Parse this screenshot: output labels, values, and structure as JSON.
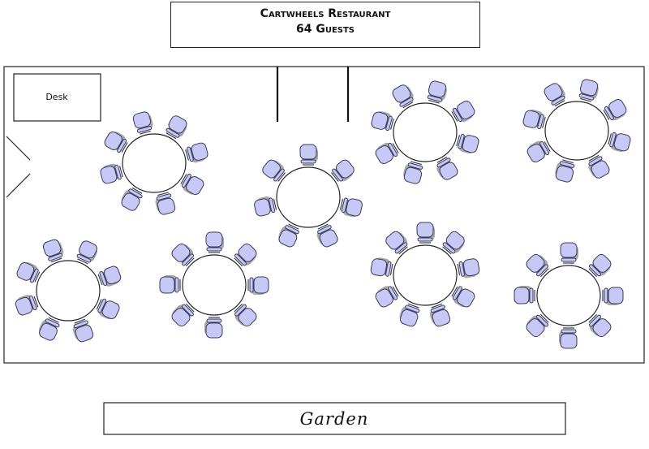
{
  "header": {
    "title": "Cartwheels Restaurant",
    "guests": "64 Guests"
  },
  "room": {
    "desk_label": "Desk",
    "garden_label": "Garden"
  },
  "colors": {
    "chair_fill": "#c7c8f6",
    "chair_stroke": "#3a3a55",
    "shadow": "#a8a8a8",
    "line": "#222222"
  },
  "tables": [
    {
      "id": "table-1",
      "chairs": 8
    },
    {
      "id": "table-2",
      "chairs": 7
    },
    {
      "id": "table-3",
      "chairs": 8
    },
    {
      "id": "table-4",
      "chairs": 8
    },
    {
      "id": "table-5",
      "chairs": 8
    },
    {
      "id": "table-6",
      "chairs": 8
    },
    {
      "id": "table-7",
      "chairs": 9
    },
    {
      "id": "table-8",
      "chairs": 8
    }
  ]
}
